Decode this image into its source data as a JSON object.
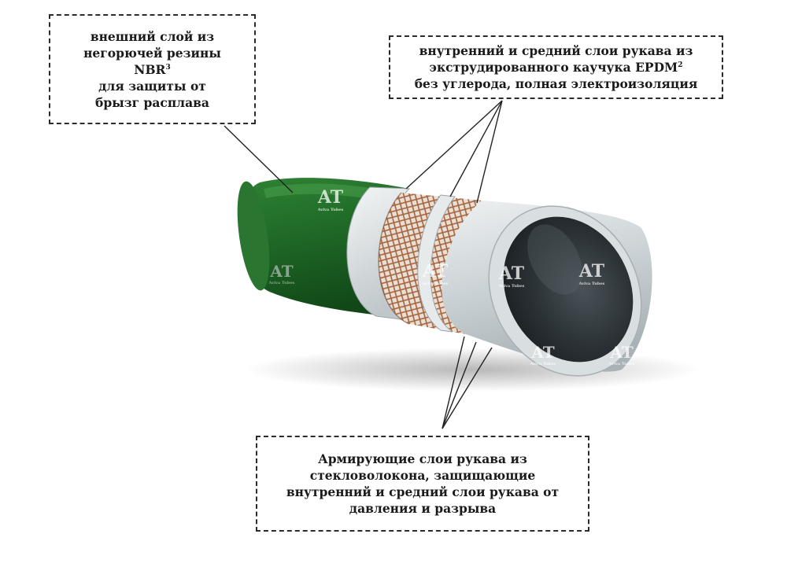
{
  "callouts": {
    "outer_layer": {
      "lines": [
        "внешний слой из",
        "негорючей резины"
      ],
      "code": "NBR",
      "code_sup": "3",
      "lines_after": [
        "для защиты от",
        "брызг расплава"
      ]
    },
    "inner_layers": {
      "line1": "внутренний и средний слои рукава из",
      "line2_prefix": "экструдированного каучука EPDM",
      "line2_sup": "2",
      "line3": "без углерода, полная электроизоляция"
    },
    "reinforcement": {
      "lines": [
        "Армирующие слои рукава из",
        "стекловолокона, защищающие",
        "внутренний и средний слои рукава от",
        "давления и разрыва"
      ]
    }
  },
  "watermark": {
    "letters": "AT",
    "caption": "Aviva Tubes"
  },
  "colors": {
    "outer_rubber": "#2e7d33",
    "inner_rubber": "#cfd6d9",
    "reinforcement_mesh": "#a5643c",
    "border": "#2b2b2b"
  }
}
